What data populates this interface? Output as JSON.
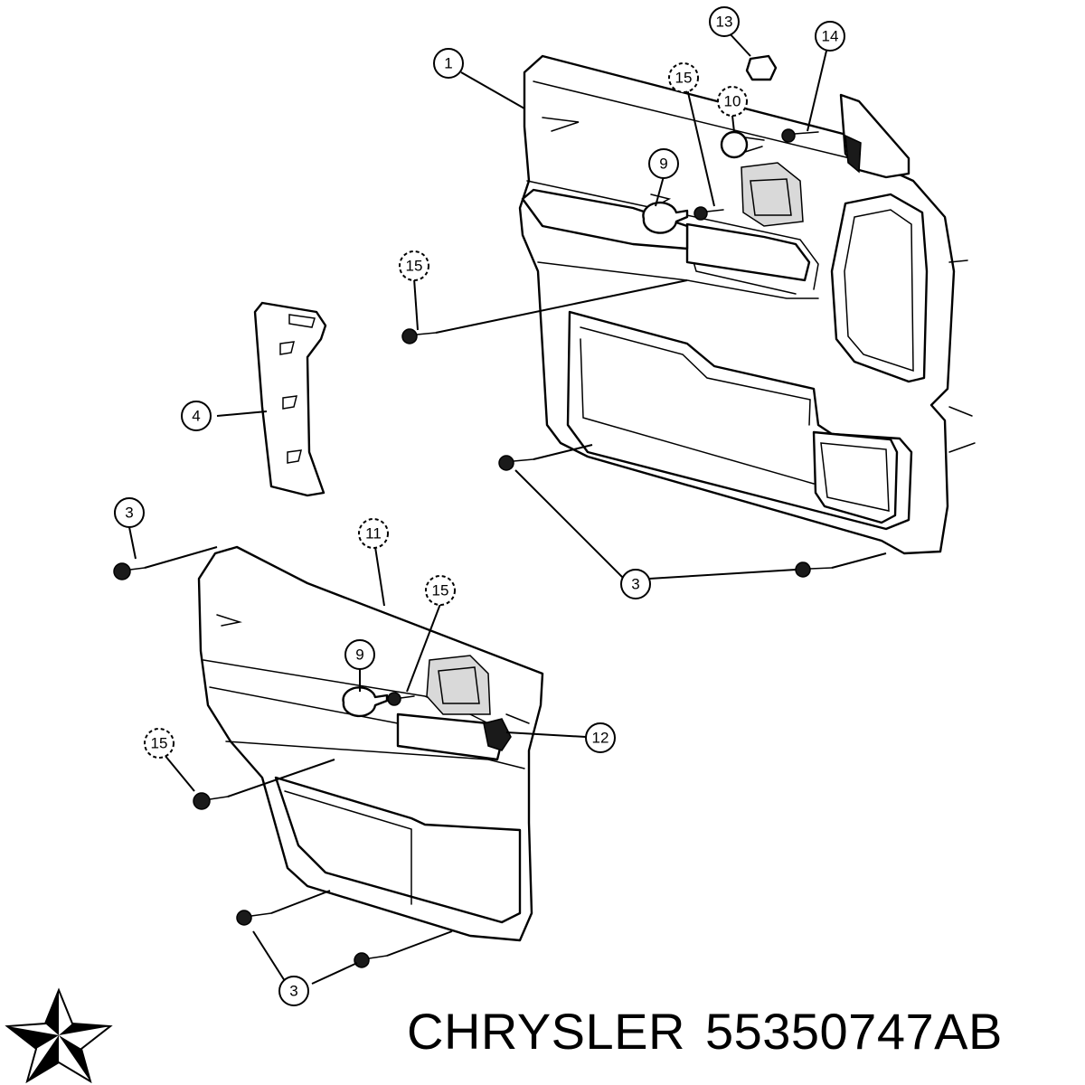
{
  "callouts": {
    "c1": "1",
    "c3a": "3",
    "c3b": "3",
    "c3c": "3",
    "c4": "4",
    "c9a": "9",
    "c9b": "9",
    "c10": "10",
    "c11": "11",
    "c12": "12",
    "c13": "13",
    "c14": "14",
    "c15a": "15",
    "c15b": "15",
    "c15c": "15",
    "c15d": "15"
  },
  "footer": {
    "brand": "CHRYSLER",
    "part_number": "55350747AB"
  },
  "logo": {
    "icon": "pentastar-icon",
    "color": "#000000"
  }
}
